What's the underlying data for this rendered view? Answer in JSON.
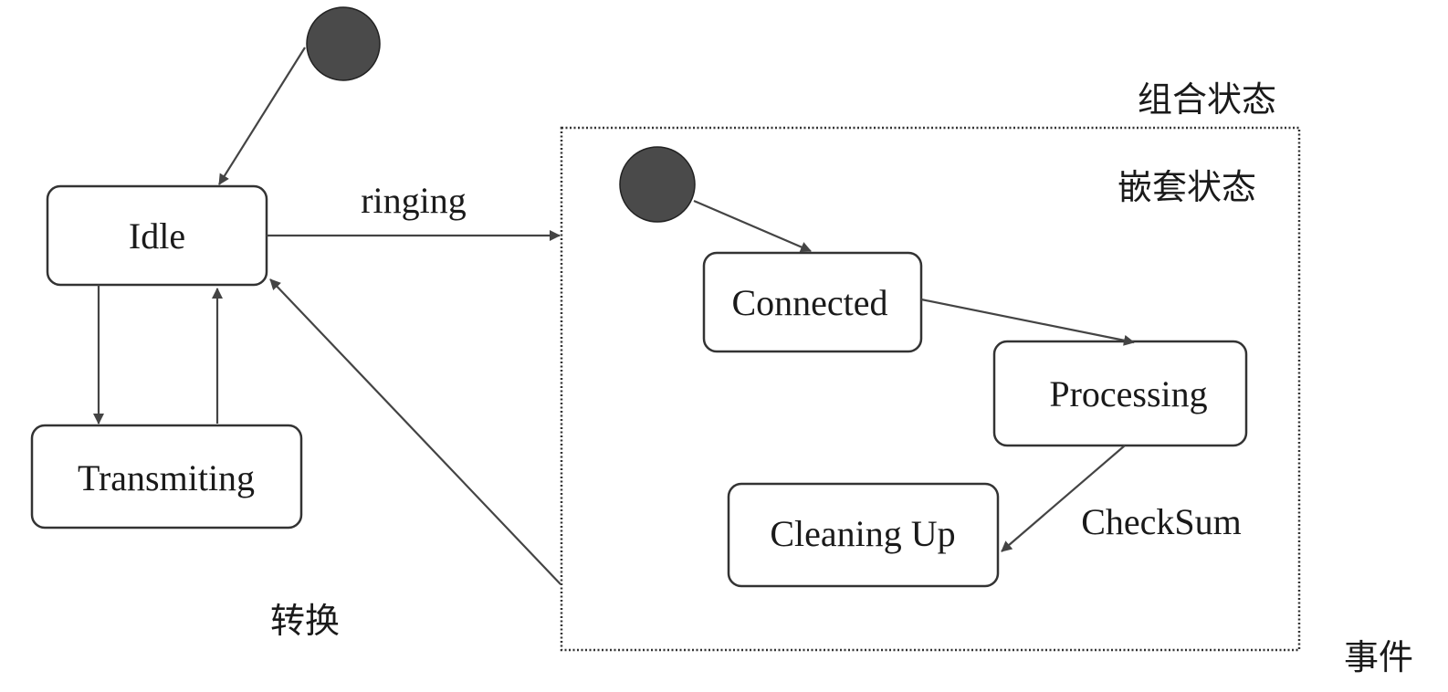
{
  "states": {
    "idle": "Idle",
    "transmiting": "Transmiting",
    "connected": "Connected",
    "processing": "Processing",
    "cleaning_up": "Cleaning Up"
  },
  "events": {
    "ringing": "ringing",
    "checksum": "CheckSum"
  },
  "annotations": {
    "composite_state": "组合状态",
    "nested_state": "嵌套状态",
    "transition": "转换",
    "event": "事件"
  },
  "colors": {
    "initial_dot": "#4a4a4a",
    "line": "#444444"
  }
}
